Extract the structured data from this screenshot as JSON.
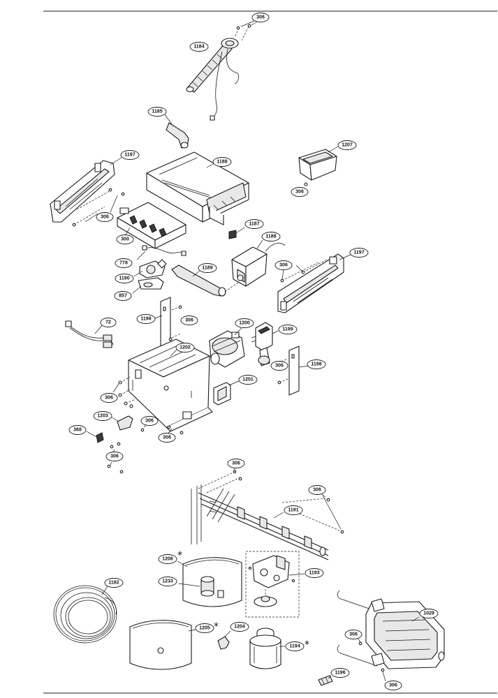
{
  "callouts": {
    "c306_top": "306",
    "c1184": "1184",
    "c1185": "1185",
    "c1197_left": "1197",
    "c1188_box": "1188",
    "c1207": "1207",
    "c306_tray": "306",
    "c306_left": "306",
    "c300": "300",
    "c1187": "1187",
    "c1188_valve": "1188",
    "c778": "778",
    "c1190": "1190",
    "c1189": "1189",
    "c306_right": "306",
    "c1197_right": "1197",
    "c857": "857",
    "c1198_left": "1198",
    "c306_mid": "306",
    "c72": "72",
    "c1200": "1200",
    "c1199": "1199",
    "c1202": "1202",
    "c306_valve": "306",
    "c1198_right": "1198",
    "c1201": "1201",
    "c306_plate": "306",
    "c1203": "1203",
    "c306_p2": "306",
    "c368": "368",
    "c306_p3": "306",
    "c306_bottom_left": "306",
    "c306_rack_top": "306",
    "c306_rack_right": "306",
    "c1191": "1191",
    "c1206": "1206",
    "c1193": "1193",
    "c1233": "1233",
    "c1182": "1182",
    "c1029": "1029",
    "c1205": "1205",
    "c1204": "1204",
    "c1194": "1194",
    "c306_heater1": "306",
    "c306_heater2": "306",
    "c1196": "1196"
  },
  "stars": {
    "s1206": "*",
    "s1205": "*",
    "s1194": "*"
  }
}
